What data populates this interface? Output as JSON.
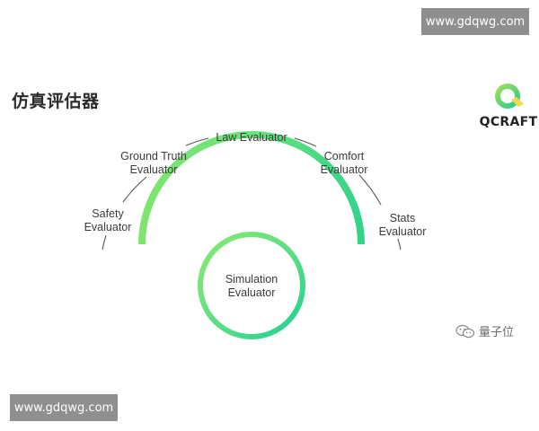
{
  "watermarks": {
    "top": "www.gdqwg.com",
    "bottom": "www.gdqwg.com"
  },
  "title": "仿真评估器",
  "logo": {
    "text": "QCRAFT",
    "icon": "qcraft-q-logo-icon"
  },
  "center": {
    "line1": "Simulation",
    "line2": "Evaluator"
  },
  "evaluators": [
    {
      "line1": "Safety",
      "line2": "Evaluator"
    },
    {
      "line1": "Ground Truth",
      "line2": "Evaluator"
    },
    {
      "line1": "Law Evaluator",
      "line2": ""
    },
    {
      "line1": "Comfort",
      "line2": "Evaluator"
    },
    {
      "line1": "Stats",
      "line2": "Evaluator"
    }
  ],
  "source": {
    "icon": "wechat-icon",
    "text": "量子位"
  },
  "colors": {
    "gradient_start": "#8ce977",
    "gradient_end": "#28cf8e",
    "connector": "#555555"
  }
}
